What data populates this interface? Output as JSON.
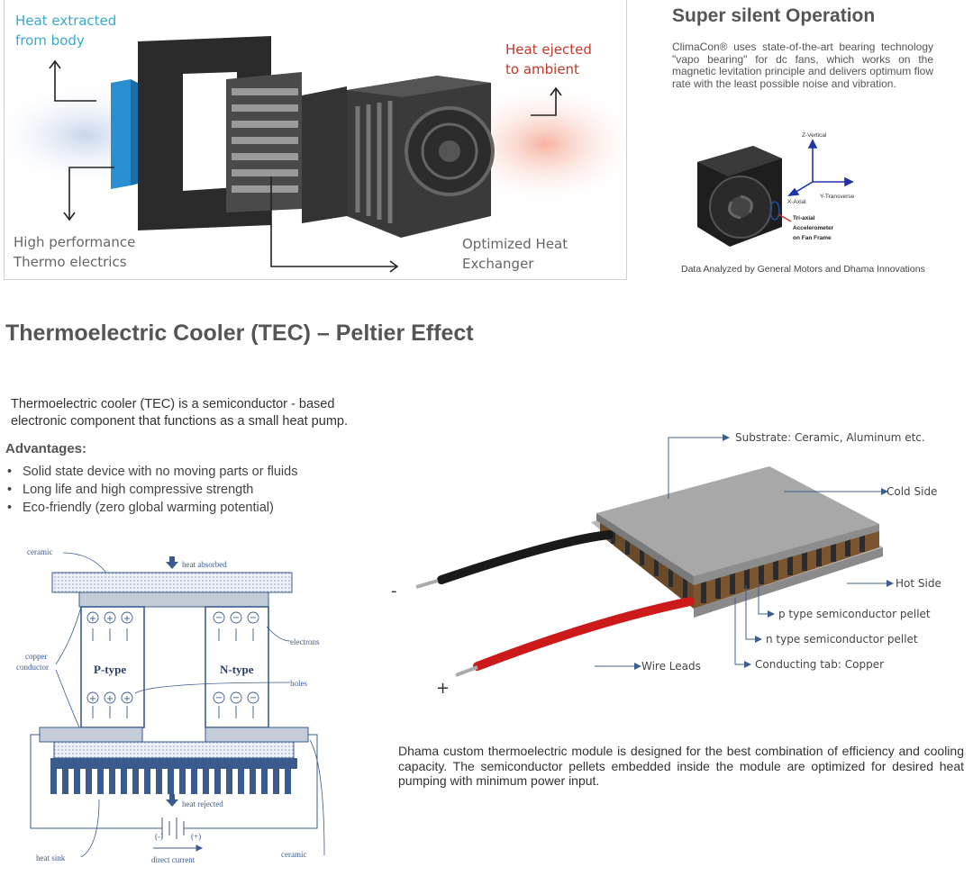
{
  "exploded": {
    "heat_extracted": [
      "Heat extracted",
      "from body"
    ],
    "heat_ejected": [
      "Heat ejected",
      "to ambient"
    ],
    "thermo": [
      "High performance",
      "Thermo electrics"
    ],
    "exchanger": [
      "Optimized Heat",
      "Exchanger"
    ]
  },
  "silent": {
    "title": "Super silent Operation",
    "body": "ClimaCon® uses state-of-the-art bearing technology \"vapo bearing\" for dc fans, which works on the magnetic levitation principle and delivers optimum flow rate with the least possible noise and vibration."
  },
  "fan": {
    "z_axis": "Z-Vertical",
    "x_axis": "X-Axial",
    "y_axis": "Y-Transverse",
    "accel": [
      "Tri-axial",
      "Accelerometer",
      "on Fan Frame"
    ],
    "caption": "Data Analyzed by General Motors  and  Dhama Innovations"
  },
  "tec": {
    "title": "Thermoelectric Cooler (TEC) – Peltier Effect",
    "description": [
      "Thermoelectric cooler (TEC) is  a  semiconductor - based",
      "electronic component  that functions as a small heat pump."
    ],
    "advantages_heading": "Advantages:",
    "advantages": [
      "Solid state device with no moving parts or fluids",
      "Long life and high compressive strength",
      "Eco-friendly (zero global warming potential)"
    ]
  },
  "schematic": {
    "ceramic_top": "ceramic",
    "heat_absorbed": "heat absorbed",
    "copper": [
      "copper",
      "conductor"
    ],
    "electrons": "electrons",
    "holes": "holes",
    "p_type": "P-type",
    "n_type": "N-type",
    "heat_rejected": "heat rejected",
    "minus": "(-)",
    "plus": "(+)",
    "direct_current": "direct current",
    "heat_sink": "heat sink",
    "ceramic_bottom": "ceramic"
  },
  "module": {
    "substrate": "Substrate: Ceramic, Aluminum etc.",
    "cold_side": "Cold Side",
    "hot_side": "Hot Side",
    "p_pellet": "p type semiconductor pellet",
    "n_pellet": "n type semiconductor pellet",
    "wire_leads": "Wire Leads",
    "tab": "Conducting tab: Copper",
    "neg": "-",
    "pos": "+",
    "description": "Dhama custom thermoelectric module is designed for the best combination of efficiency and cooling capacity. The semiconductor pellets embedded inside the module are optimized for desired heat pumping with minimum power input."
  },
  "colors": {
    "blue_callout": "#3aa9cf",
    "red_callout": "#c0392b",
    "schematic_blue": "#3b5b8f"
  }
}
